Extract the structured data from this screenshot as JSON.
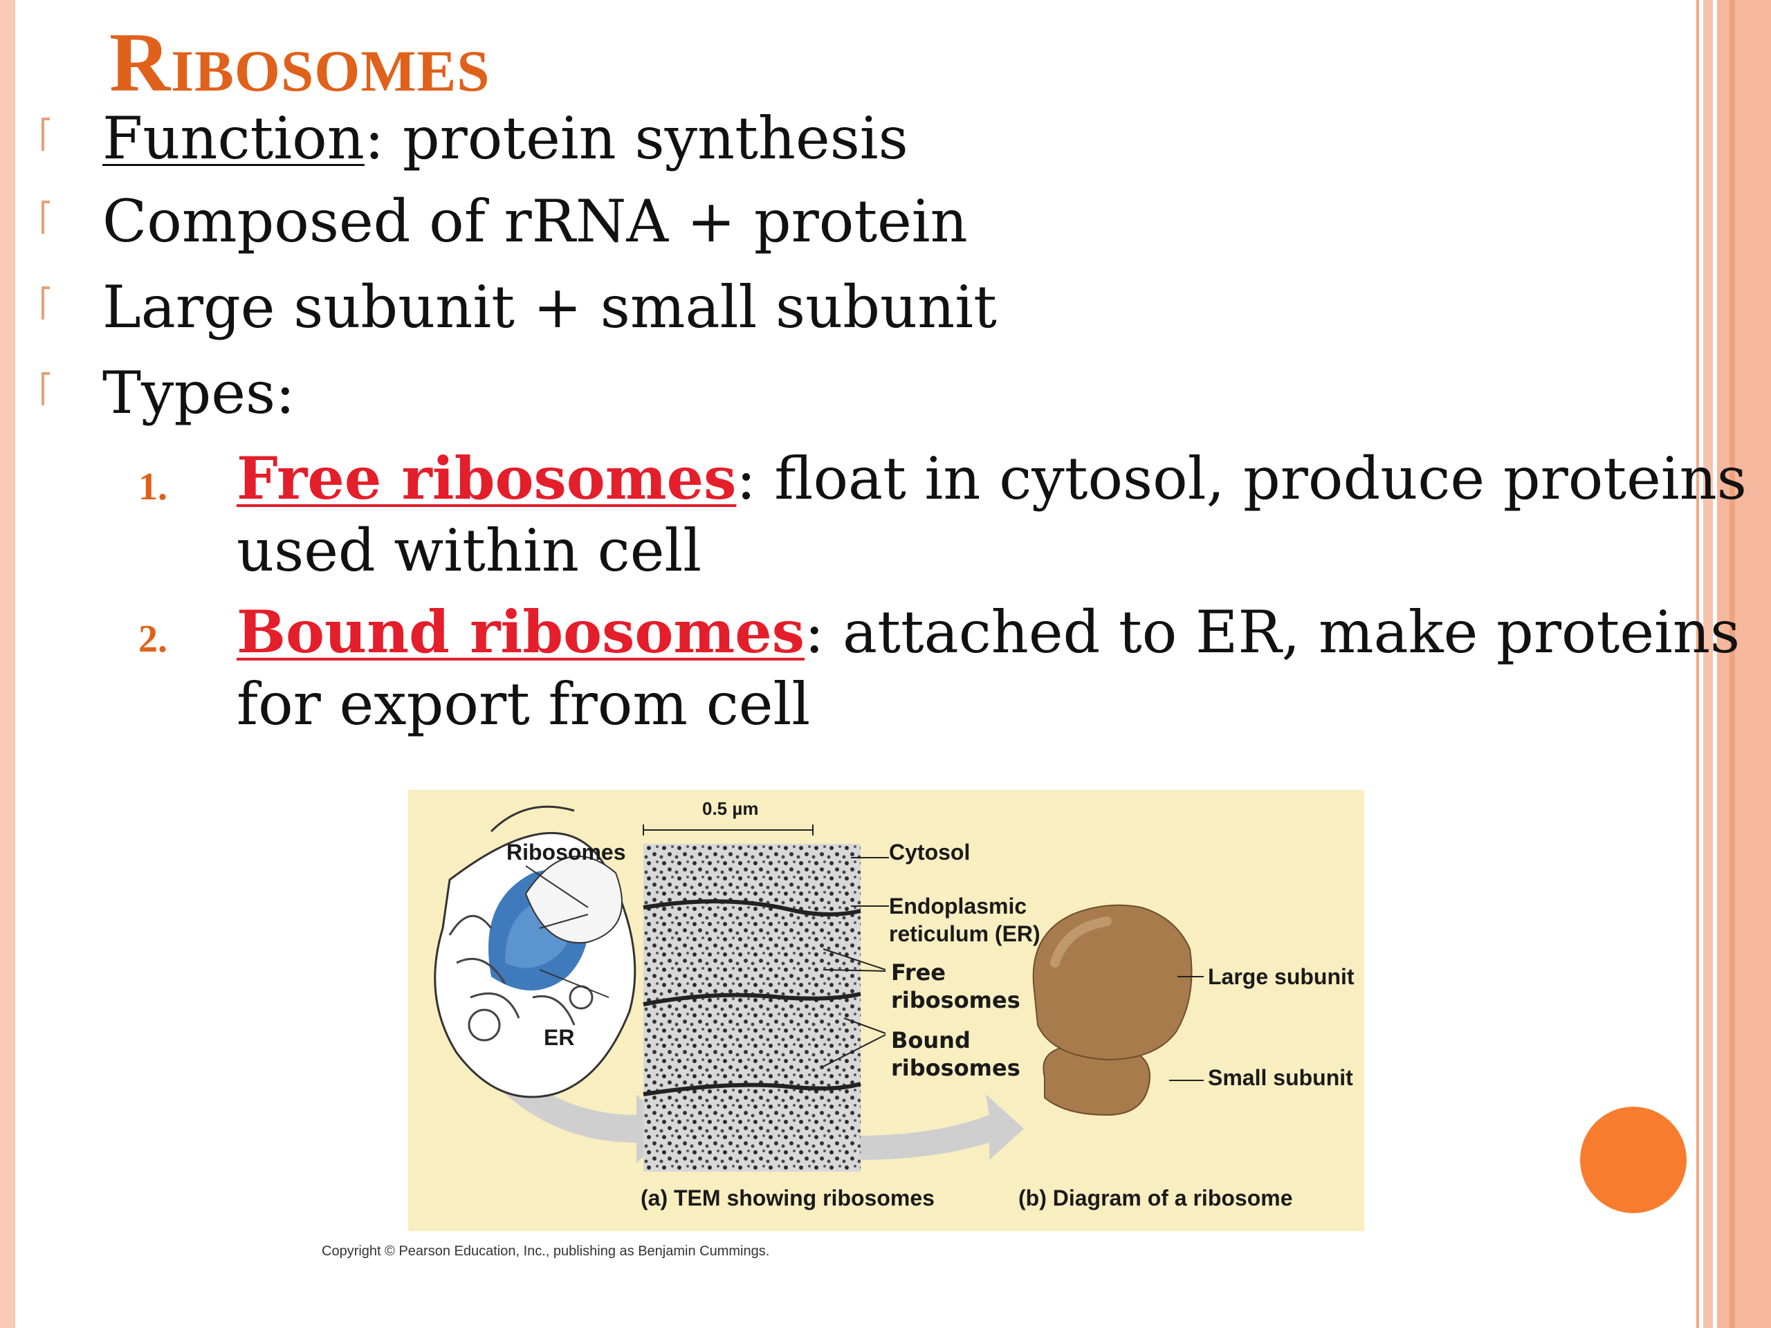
{
  "slide": {
    "title": "Ribosomes",
    "bullets": [
      {
        "term": "Function",
        "text": ": protein synthesis"
      },
      {
        "text": "Composed of rRNA + protein"
      },
      {
        "text": "Large subunit + small subunit"
      },
      {
        "text": "Types:"
      }
    ],
    "types": [
      {
        "number": "1.",
        "term": "Free ribosomes",
        "text": ": float in cytosol, produce proteins used within cell"
      },
      {
        "number": "2.",
        "term": "Bound ribosomes",
        "text": ": attached to ER, make proteins for export from cell"
      }
    ]
  },
  "figure": {
    "scale": "0.5 µm",
    "cell_labels": {
      "ribosomes": "Ribosomes",
      "er": "ER"
    },
    "tem_labels": {
      "cytosol": "Cytosol",
      "er_line1": "Endoplasmic",
      "er_line2": "reticulum (ER)",
      "free_line1": "Free",
      "free_line2": "ribosomes",
      "bound_line1": "Bound",
      "bound_line2": "ribosomes"
    },
    "ribosome_labels": {
      "large": "Large subunit",
      "small": "Small subunit"
    },
    "captions": {
      "a": "(a) TEM showing ribosomes",
      "b": "(b) Diagram of a ribosome"
    },
    "copyright": "Copyright © Pearson Education, Inc., publishing as Benjamin Cummings."
  },
  "colors": {
    "title": "#e0611b",
    "term": "#e41e2a",
    "accent_dot": "#f77c2e",
    "figure_bg": "#f9eec0",
    "er_blue": "#2a6cb5",
    "ribosome_brown": "#a87b4c"
  }
}
